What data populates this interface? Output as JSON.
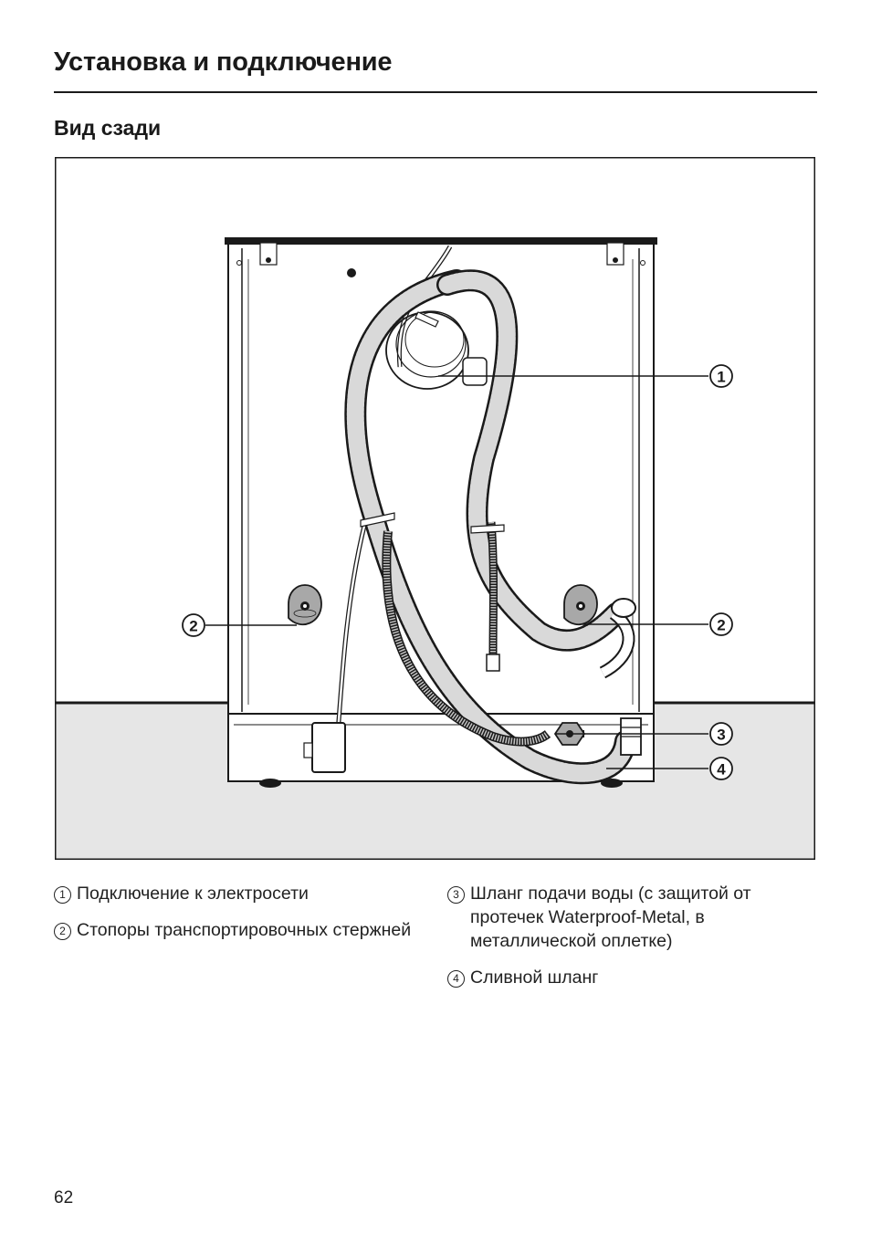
{
  "header": {
    "title": "Установка и подключение"
  },
  "section": {
    "title": "Вид сзади"
  },
  "figure": {
    "callouts": [
      "1",
      "2",
      "2",
      "3",
      "4"
    ],
    "colors": {
      "floor": "#e6e6e6",
      "line": "#1a1a1a",
      "hose": "#cfcfcf",
      "metal": "#a8a8a8"
    }
  },
  "legend": {
    "items": [
      {
        "num": "1",
        "text": "Подключение к электросети"
      },
      {
        "num": "2",
        "text": "Стопоры транспортировочных стержней"
      },
      {
        "num": "3",
        "text": "Шланг подачи воды (с защитой от протечек Waterproof-Metal, в металлической оплетке)"
      },
      {
        "num": "4",
        "text": "Сливной шланг"
      }
    ]
  },
  "footer": {
    "page_number": "62"
  }
}
